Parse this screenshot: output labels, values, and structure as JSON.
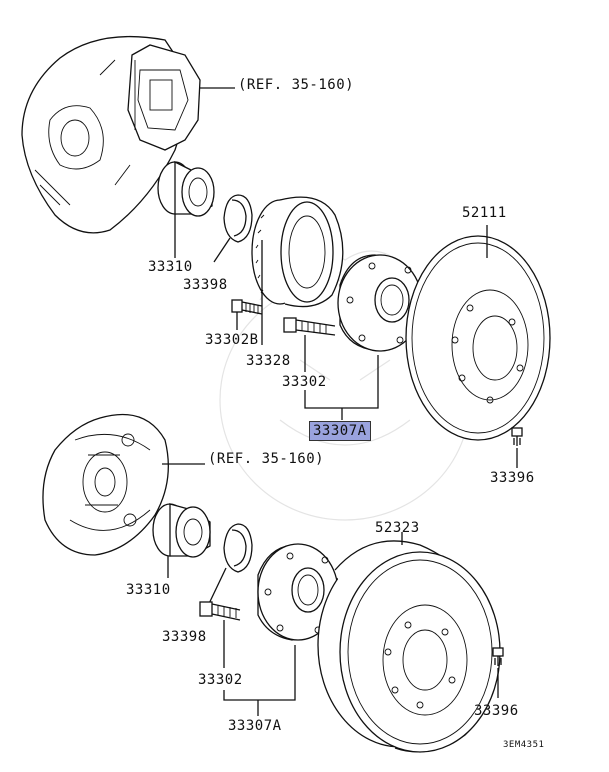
{
  "labels": {
    "ref_top": "(REF. 35-160)",
    "ref_bottom": "(REF. 35-160)",
    "p52111": "52111",
    "p33310_top": "33310",
    "p33398_top": "33398",
    "p33302B": "33302B",
    "p33328": "33328",
    "p33302_top": "33302",
    "p33307A_top": "33307A",
    "p33396_top": "33396",
    "p52323": "52323",
    "p33310_bottom": "33310",
    "p33398_bottom": "33398",
    "p33302_bottom": "33302",
    "p33307A_bottom": "33307A",
    "p33396_bottom": "33396",
    "diagram_code": "3EM4351"
  },
  "highlight_color": "#9aa3de"
}
